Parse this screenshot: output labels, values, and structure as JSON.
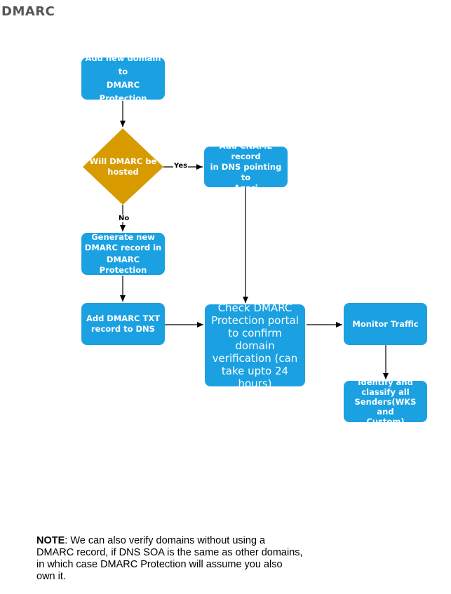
{
  "page": {
    "title": "DMARC"
  },
  "diagram": {
    "nodes": {
      "add_domain": {
        "line1": "Add new domain to",
        "line2": "DMARC Protection"
      },
      "decision": {
        "line1": "Will DMARC be",
        "line2": "hosted"
      },
      "cname": {
        "line1": "Add CNAME record",
        "line2": "in DNS pointing to",
        "line3": "Agari"
      },
      "generate": {
        "line1": "Generate new",
        "line2": "DMARC record in",
        "line3": "DMARC Protection"
      },
      "txt": {
        "line1": "Add DMARC TXT",
        "line2": "record to DNS"
      },
      "check": {
        "line1": "Check DMARC",
        "line2": "Protection portal",
        "line3": "to confirm domain",
        "line4": "verification (can",
        "line5": "take upto 24",
        "line6": "hours)"
      },
      "monitor": {
        "line1": "Monitor Traffic"
      },
      "identify": {
        "line1": "Identify and",
        "line2": "classify all",
        "line3": "Senders(WKS and",
        "line4": "Custom)"
      }
    },
    "edge_labels": {
      "yes": "Yes",
      "no": "No"
    },
    "colors": {
      "process": "#1ba1e2",
      "decision": "#d79b00",
      "arrow": "#000000"
    }
  },
  "note": {
    "label": "NOTE",
    "text": ": We can also verify domains without using a DMARC record, if DNS SOA is the same as other domains, in which case DMARC Protection will assume you also own it."
  }
}
